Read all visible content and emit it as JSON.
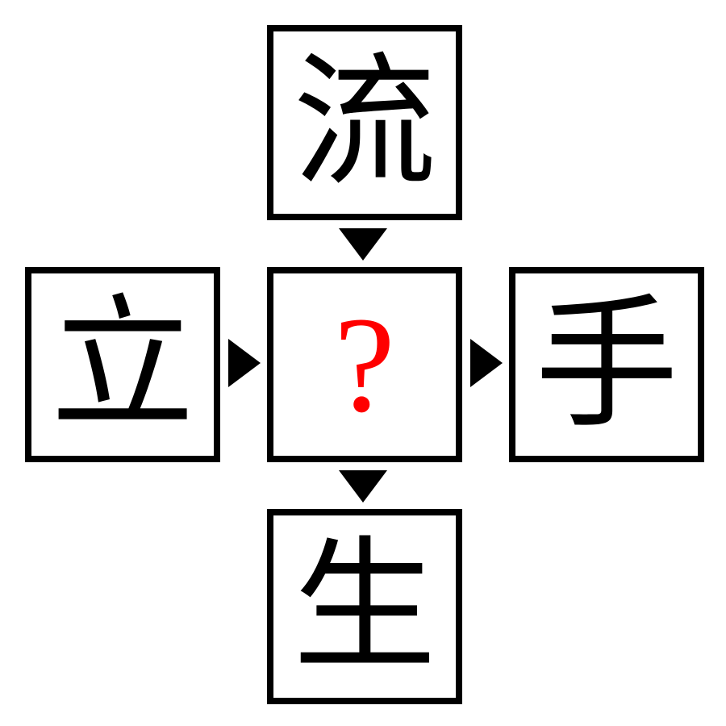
{
  "puzzle": {
    "top": "流",
    "left": "立",
    "center": "?",
    "right": "手",
    "bottom": "生"
  },
  "colors": {
    "border": "#000000",
    "question_mark": "#ff0000",
    "arrow": "#000000"
  },
  "icons": {
    "down_arrow": "triangle-down-icon",
    "right_arrow": "triangle-right-icon"
  }
}
